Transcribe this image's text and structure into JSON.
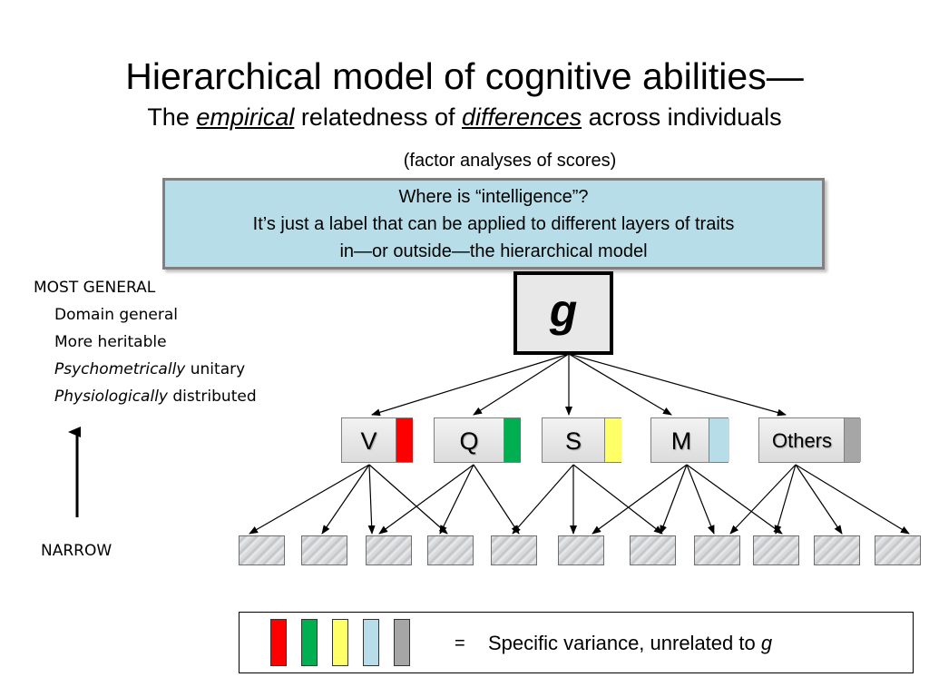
{
  "title": "Hierarchical model of cognitive abilities—",
  "subtitle": {
    "pre": "The ",
    "em1": "empirical",
    "mid": " relatedness of ",
    "em2": "differences",
    "post": " across individuals"
  },
  "note": "(factor analyses of scores)",
  "callout": {
    "line1": "Where is “intelligence”?",
    "line2": "It’s just a label that can be applied to different layers of traits",
    "line3": "in—or outside—the hierarchical model"
  },
  "side": {
    "most_general": "MOST GENERAL",
    "domain_general": "Domain general",
    "more_heritable": "More heritable",
    "psy_it": "Psychometrically",
    "psy_rest": " unitary",
    "phys_it": "Physiologically",
    "phys_rest": " distributed",
    "narrow": "NARROW"
  },
  "top_node": {
    "label": "g"
  },
  "factors": [
    {
      "label": "V",
      "color": "#ff0000"
    },
    {
      "label": "Q",
      "color": "#00b050"
    },
    {
      "label": "S",
      "color": "#ffff66"
    },
    {
      "label": "M",
      "color": "#b6dde8"
    },
    {
      "label": "Others",
      "color": "#a6a6a6"
    }
  ],
  "legend": {
    "colors": [
      "#ff0000",
      "#00b050",
      "#ffff66",
      "#b6dde8",
      "#a6a6a6"
    ],
    "equals": "=",
    "text": "Specific variance, unrelated to ",
    "text_em": "g"
  }
}
